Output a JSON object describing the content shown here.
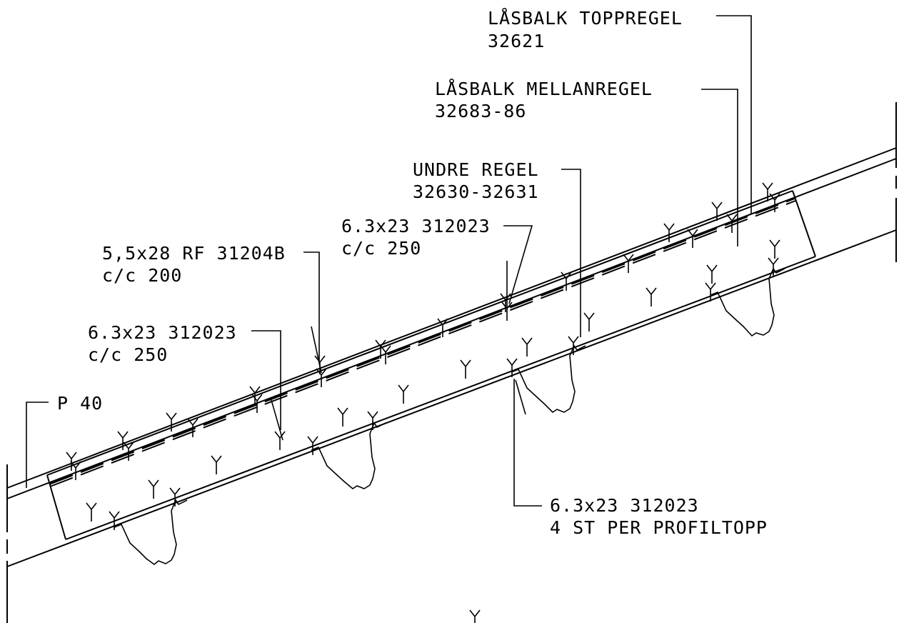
{
  "colors": {
    "ink": "#000000",
    "background": "#ffffff"
  },
  "labels": {
    "topregel_name": "LÅSBALK TOPPREGEL",
    "topregel_code": "32621",
    "mellanregel_name": "LÅSBALK MELLANREGEL",
    "mellanregel_code": "32683-86",
    "undre_name": "UNDRE REGEL",
    "undre_code": "32630-32631",
    "screw_upper_spec": "6.3x23 312023",
    "screw_upper_spacing": "c/c 250",
    "rf_spec": "5,5x28 RF 31204B",
    "rf_spacing": "c/c 200",
    "screw_left_spec": "6.3x23 312023",
    "screw_left_spacing": "c/c 250",
    "profile_label": "P 40",
    "profiltopp_spec": "6.3x23 312023",
    "profiltopp_count": "4 ST PER PROFILTOPP"
  }
}
